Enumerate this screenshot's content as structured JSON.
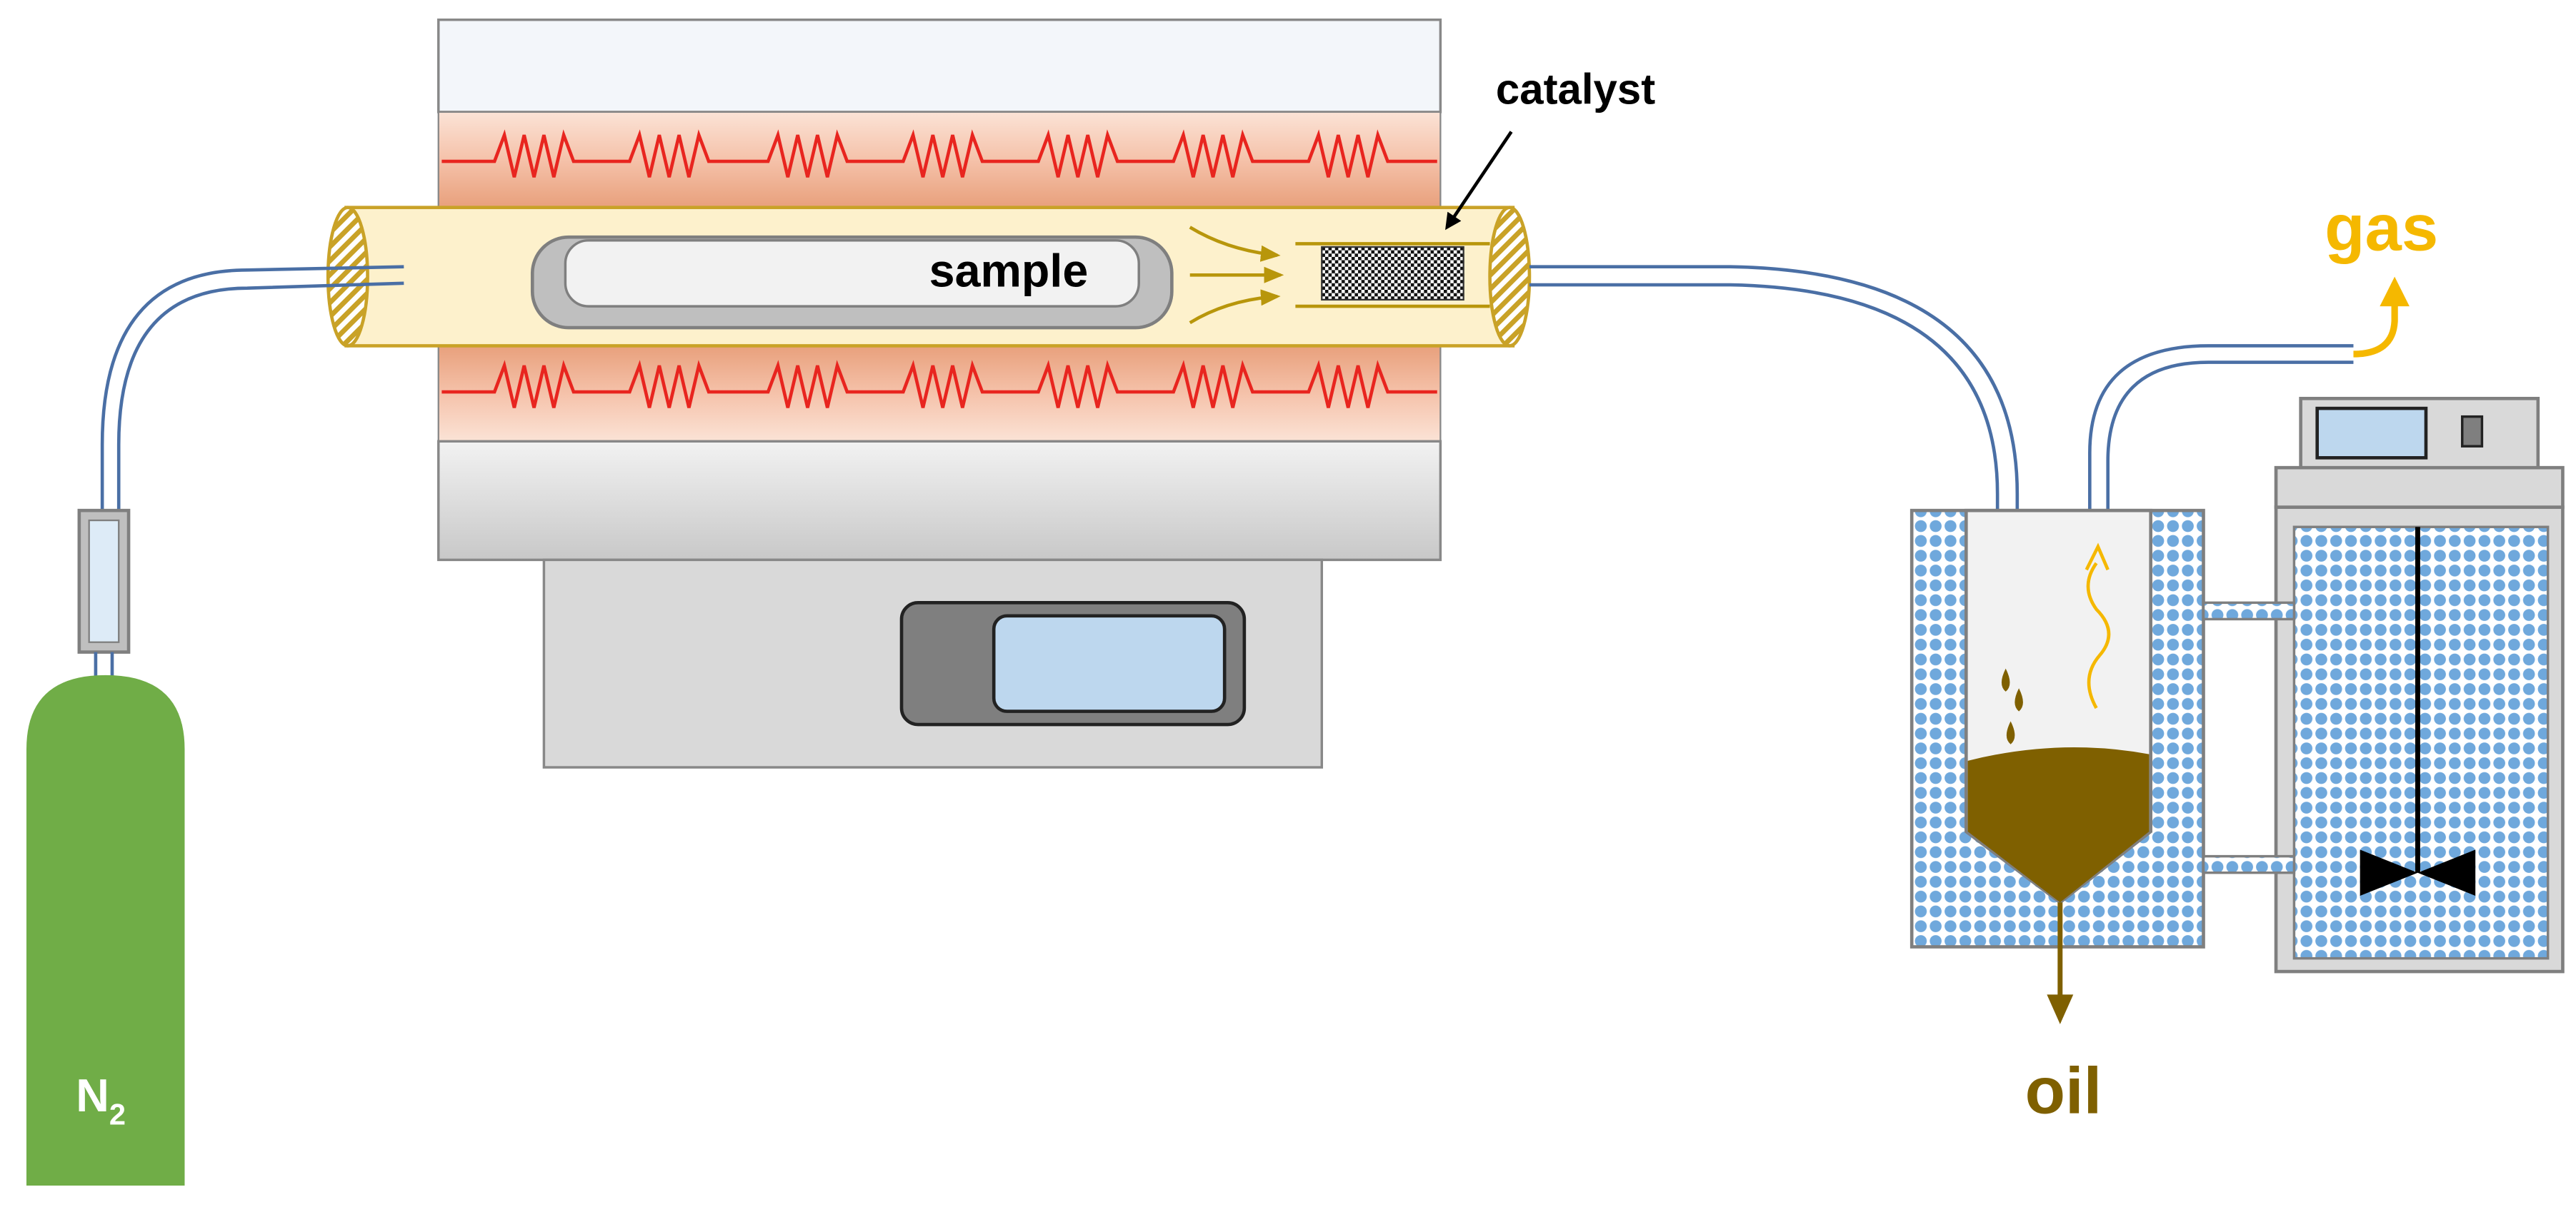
{
  "labels": {
    "catalyst": "catalyst",
    "sample": "sample",
    "gas": "gas",
    "oil": "oil",
    "n2_main": "N",
    "n2_sub": "2"
  },
  "colors": {
    "cylinder": "#70ad47",
    "heater_wire": "#e8251f",
    "furnace_band": "#f4c6b0",
    "tube_fill": "#fdf1cc",
    "tube_edge": "#c9a227",
    "tubing": "#4a6fa5",
    "oil": "#7f6000",
    "gas": "#f5b800",
    "coolant": "#5b9bd5",
    "display": "#bdd7ee"
  }
}
